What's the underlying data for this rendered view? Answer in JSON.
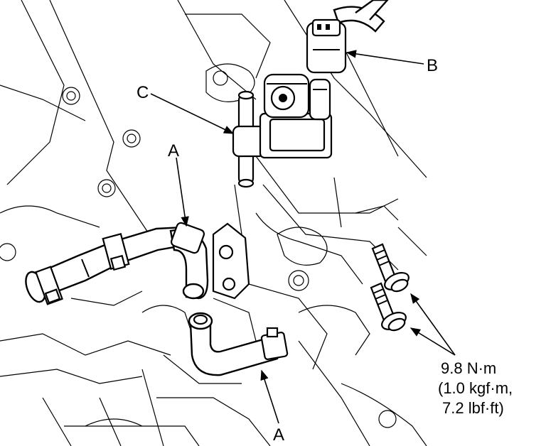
{
  "labels": {
    "a_top": "A",
    "a_bottom": "A",
    "b": "B",
    "c": "C"
  },
  "torque": {
    "line1": "9.8 N·m",
    "line2": "(1.0 kgf·m,",
    "line3": "7.2 lbf·ft)"
  },
  "colors": {
    "ink": "#000000",
    "paper": "#ffffff"
  }
}
